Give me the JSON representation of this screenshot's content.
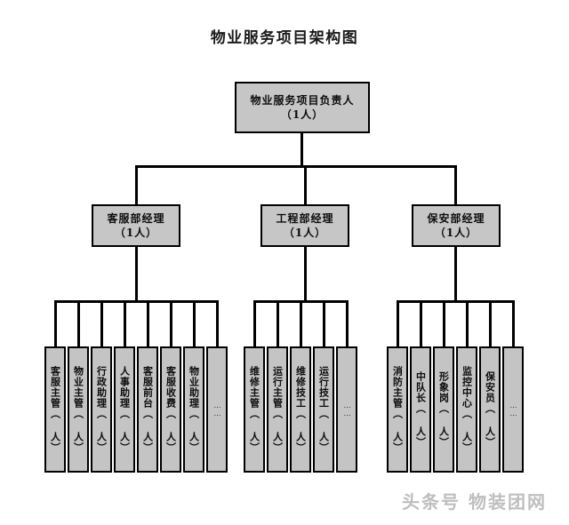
{
  "document": {
    "title": "物业服务项目架构图"
  },
  "org_chart": {
    "root": {
      "name": "物业服务项目负责人",
      "count": "（1人）"
    },
    "managers": [
      {
        "name": "客服部经理",
        "count": "（1人）"
      },
      {
        "name": "工程部经理",
        "count": "（1人）"
      },
      {
        "name": "保安部经理",
        "count": "（1人）"
      }
    ],
    "groups": [
      {
        "manager": "客服部经理",
        "staff": [
          {
            "label": "客服主管（  人）"
          },
          {
            "label": "物业主管（  人）"
          },
          {
            "label": "行政助理（  人）"
          },
          {
            "label": "人事助理（  人）"
          },
          {
            "label": "客服前台（  人）"
          },
          {
            "label": "客服收费（  人）"
          },
          {
            "label": "物业助理（  人）"
          },
          {
            "label": "……"
          }
        ]
      },
      {
        "manager": "工程部经理",
        "staff": [
          {
            "label": "维修主管（  人）"
          },
          {
            "label": "运行主管（  人）"
          },
          {
            "label": "维修技工（  人）"
          },
          {
            "label": "运行技工（  人）"
          },
          {
            "label": "……"
          }
        ]
      },
      {
        "manager": "保安部经理",
        "staff": [
          {
            "label": "消防主管（  人）"
          },
          {
            "label": "中队长（  人）"
          },
          {
            "label": "形象岗（  人）"
          },
          {
            "label": "监控中心（  人）"
          },
          {
            "label": "保安员（  人）"
          },
          {
            "label": "……"
          }
        ]
      }
    ]
  },
  "watermark": {
    "text": "头条号 物装团网"
  },
  "colors": {
    "box_fill": "#c6c6c6",
    "leaf_fill": "#c4c4c4",
    "line": "#000000",
    "background": "#ffffff"
  }
}
